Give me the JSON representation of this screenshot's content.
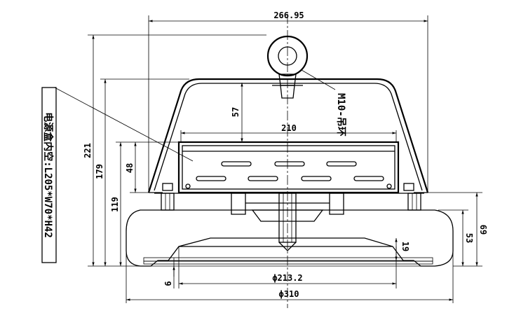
{
  "drawing": {
    "dimensions": {
      "overall_width": "266.95",
      "inner_width": "210",
      "height_57": "57",
      "height_221": "221",
      "height_179": "179",
      "height_48": "48",
      "height_119": "119",
      "height_19": "19",
      "height_53": "53",
      "height_69": "69",
      "thickness_6": "6",
      "diameter_213": "ϕ213.2",
      "diameter_310": "ϕ310"
    },
    "labels": {
      "eyebolt": "M10-吊环",
      "power_box": "电源盒内空:L205*W70*H42"
    }
  }
}
